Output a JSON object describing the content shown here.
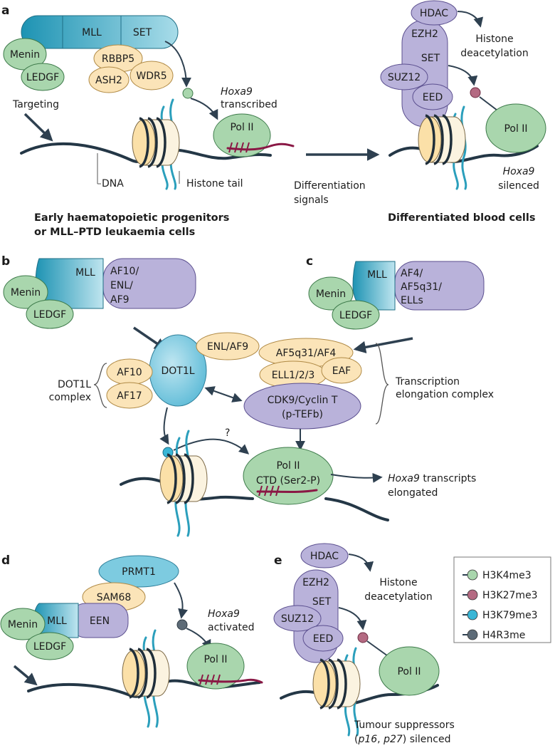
{
  "panels": {
    "a": {
      "letter": "a",
      "menin": "Menin",
      "ledgf": "LEDGF",
      "mll": "MLL",
      "set": "SET",
      "rbbp5": "RBBP5",
      "ash2": "ASH2",
      "wdr5": "WDR5",
      "hoxa9": "Hoxa9",
      "transcribed": "transcribed",
      "targeting": "Targeting",
      "pol2": "Pol II",
      "dna": "DNA",
      "histone_tail": "Histone tail",
      "diff_line1": "Differentiation",
      "diff_line2": "signals",
      "caption_left_1": "Early haematopoietic progenitors",
      "caption_left_2": "or MLL–PTD leukaemia cells",
      "caption_right": "Differentiated blood cells",
      "hdac": "HDAC",
      "ezh2": "EZH2",
      "set2": "SET",
      "suz12": "SUZ12",
      "eed": "EED",
      "histone": "Histone",
      "deacetylation": "deacetylation",
      "pol2_right": "Pol II",
      "hoxa9_right": "Hoxa9",
      "silenced": "silenced"
    },
    "b": {
      "letter": "b",
      "mll": "MLL",
      "menin": "Menin",
      "ledgf": "LEDGF",
      "fusion_1": "AF10/",
      "fusion_2": "ENL/",
      "fusion_3": "AF9"
    },
    "c": {
      "letter": "c",
      "mll": "MLL",
      "menin": "Menin",
      "ledgf": "LEDGF",
      "fusion_1": "AF4/",
      "fusion_2": "AF5q31/",
      "fusion_3": "ELLs"
    },
    "bc": {
      "dot1l": "DOT1L",
      "af10": "AF10",
      "af17": "AF17",
      "enl_af9": "ENL/AF9",
      "af5q31_af4": "AF5q31/AF4",
      "ell": "ELL1/2/3",
      "eaf": "EAF",
      "cdk9_1": "CDK9/Cyclin T",
      "cdk9_2": "(p-TEFb)",
      "dot1l_complex_1": "DOT1L",
      "dot1l_complex_2": "complex",
      "tec_1": "Transcription",
      "tec_2": "elongation complex",
      "question": "?",
      "pol2": "Pol II",
      "ctd": "CTD (Ser2-P)",
      "hoxa9": "Hoxa9",
      "transcripts": " transcripts",
      "elongated": "elongated"
    },
    "d": {
      "letter": "d",
      "prmt1": "PRMT1",
      "sam68": "SAM68",
      "mll": "MLL",
      "een": "EEN",
      "menin": "Menin",
      "ledgf": "LEDGF",
      "hoxa9": "Hoxa9",
      "activated": "activated",
      "pol2": "Pol II"
    },
    "e": {
      "letter": "e",
      "hdac": "HDAC",
      "ezh2": "EZH2",
      "set": "SET",
      "suz12": "SUZ12",
      "eed": "EED",
      "histone": "Histone",
      "deacetylation": "deacetylation",
      "pol2": "Pol II",
      "tumour": "Tumour suppressors",
      "p16": "p16",
      "comma": ", ",
      "p27": "p27",
      "silenced": ") silenced",
      "open": "("
    }
  },
  "legend": {
    "items": [
      {
        "label": "H3K4me3",
        "color": "#a9d6ad"
      },
      {
        "label": "H3K27me3",
        "color": "#b46a82"
      },
      {
        "label": "H3K79me3",
        "color": "#39b6d6"
      },
      {
        "label": "H4R3me",
        "color": "#5d6b77"
      }
    ]
  }
}
